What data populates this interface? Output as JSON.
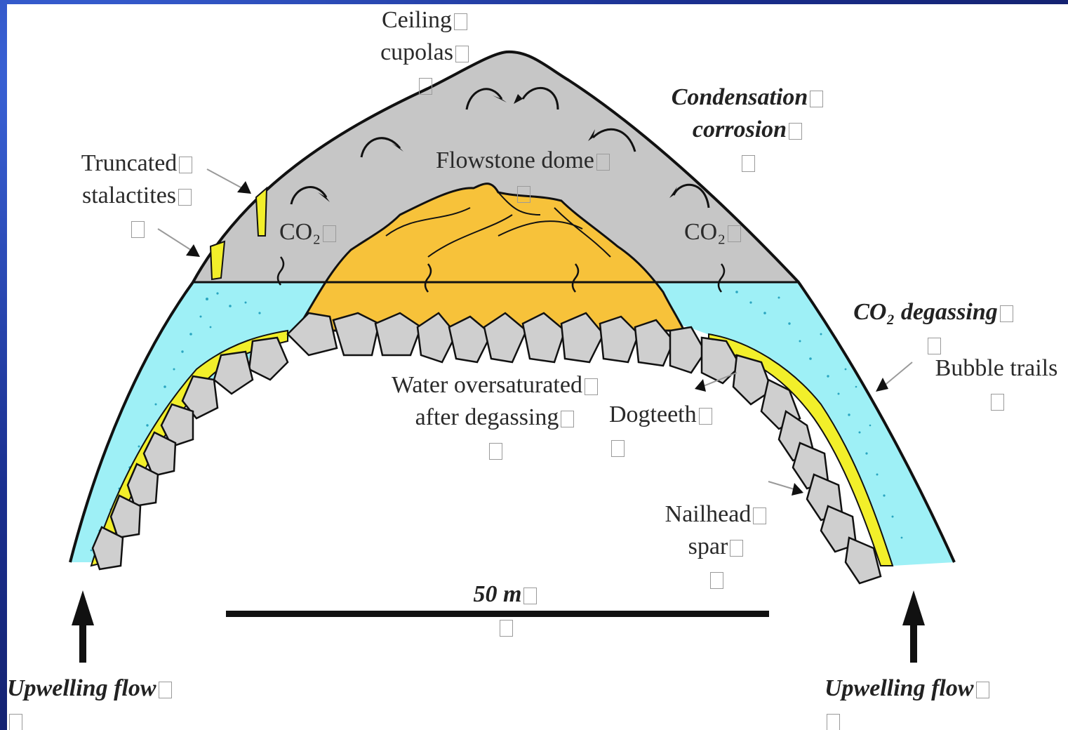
{
  "labels": {
    "ceiling_cupolas": [
      "Ceiling",
      "cupolas"
    ],
    "condensation_corrosion": [
      "Condensation",
      "corrosion"
    ],
    "truncated_stalactites": [
      "Truncated",
      "stalactites"
    ],
    "flowstone_dome": [
      "Flowstone dome"
    ],
    "co2_left": "CO₂",
    "co2_right": "CO₂",
    "co2_degassing": [
      "CO₂ degassing"
    ],
    "bubble_trails": [
      "Bubble trails"
    ],
    "water_oversaturated": [
      "Water oversaturated",
      "after degassing"
    ],
    "dogteeth": [
      "Dogteeth"
    ],
    "nailhead_spar": [
      "Nailhead",
      "spar"
    ],
    "scale": "50 m",
    "upwelling_left": [
      "Upwelling flow"
    ],
    "upwelling_right": [
      "Upwelling flow"
    ]
  },
  "colors": {
    "air": "#c6c6c6",
    "water": "#9ef0f6",
    "flowstone": "#f7c23a",
    "crust": "#f2ef2a",
    "crystal": "#cfcfcf",
    "outline": "#111111",
    "background_blue": "#1a2f8f"
  }
}
